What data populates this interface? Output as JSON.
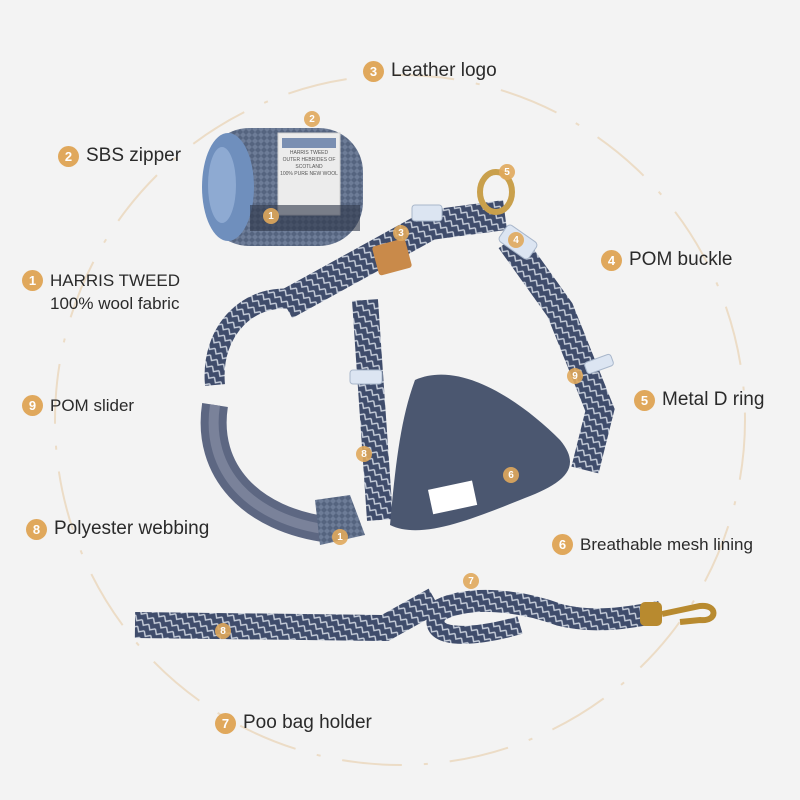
{
  "colors": {
    "accent": "#e0a85c",
    "webbing": "#4a5878",
    "mesh": "#4b5770",
    "text": "#2a2a2a",
    "guide": "#ecdcc6"
  },
  "labels": [
    {
      "num": "3",
      "text": "Leather logo"
    },
    {
      "num": "2",
      "text": "SBS zipper"
    },
    {
      "num": "4",
      "text": "POM buckle"
    },
    {
      "num": "1",
      "text": "HARRIS TWEED",
      "sub": "100% wool fabric"
    },
    {
      "num": "9",
      "text": "POM slider"
    },
    {
      "num": "5",
      "text": "Metal D ring"
    },
    {
      "num": "8",
      "text": "Polyester webbing"
    },
    {
      "num": "6",
      "text": "Breathable mesh lining"
    },
    {
      "num": "7",
      "text": "Poo bag holder"
    }
  ],
  "markers": [
    "2",
    "1",
    "5",
    "3",
    "4",
    "9",
    "8",
    "6",
    "1",
    "7",
    "8"
  ],
  "product": {
    "tag_line1": "HARRIS TWEED",
    "tag_line2": "OUTER HEBRIDES OF SCOTLAND",
    "tag_line3": "100% PURE NEW WOOL"
  }
}
